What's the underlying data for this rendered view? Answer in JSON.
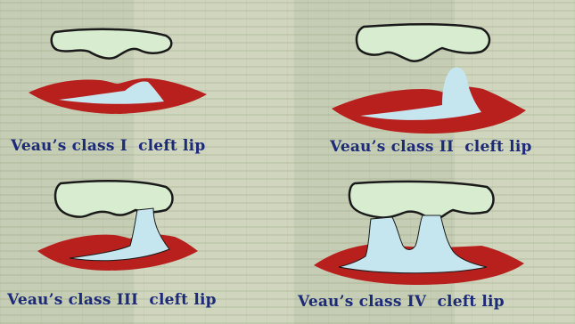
{
  "panels": [
    {
      "caption": "Veau’s class I  cleft lip"
    },
    {
      "caption": "Veau’s class II  cleft lip"
    },
    {
      "caption": "Veau’s class III  cleft lip"
    },
    {
      "caption": "Veau’s class IV  cleft lip"
    }
  ],
  "colors": {
    "background": "#cfd6bd",
    "palate_fill": "#d8ecd0",
    "outline": "#1a1a1a",
    "lip_red": "#b8201e",
    "cleft_blue": "#c6e6ef",
    "caption_text": "#1c2a78"
  }
}
